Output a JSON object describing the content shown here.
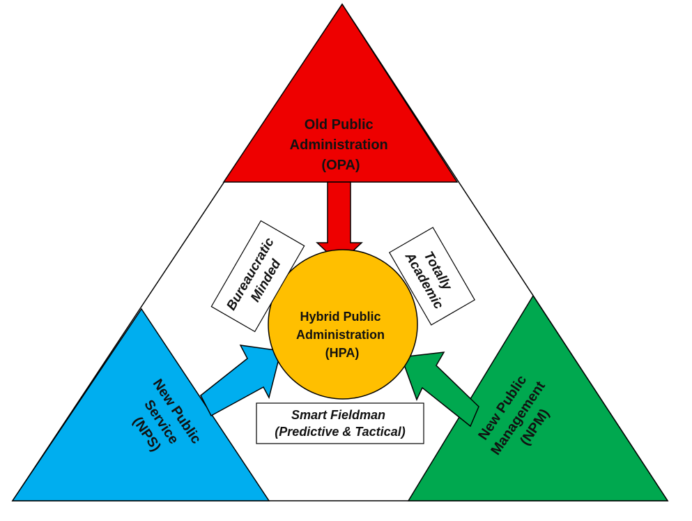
{
  "nodes": {
    "opa": {
      "lines": [
        "Old Public",
        "Administration",
        "(OPA)"
      ],
      "color": "#ee0000"
    },
    "nps": {
      "lines": [
        "New Public",
        "Service",
        "(NPS)"
      ],
      "color": "#00aeef"
    },
    "npm": {
      "lines": [
        "New Public",
        "Management",
        "(NPM)"
      ],
      "color": "#00a84f"
    },
    "hpa": {
      "lines": [
        "Hybrid Public",
        "Administration",
        "(HPA)"
      ],
      "color": "#ffbf00"
    }
  },
  "boxes": {
    "bureaucratic": [
      "Bureaucratic",
      "Minded"
    ],
    "academic": [
      "Totally",
      "Academic"
    ],
    "fieldman": [
      "Smart Fieldman",
      "(Predictive & Tactical)"
    ]
  },
  "edges": [
    {
      "from": "opa",
      "to": "hpa"
    },
    {
      "from": "nps",
      "to": "hpa"
    },
    {
      "from": "npm",
      "to": "hpa"
    }
  ]
}
